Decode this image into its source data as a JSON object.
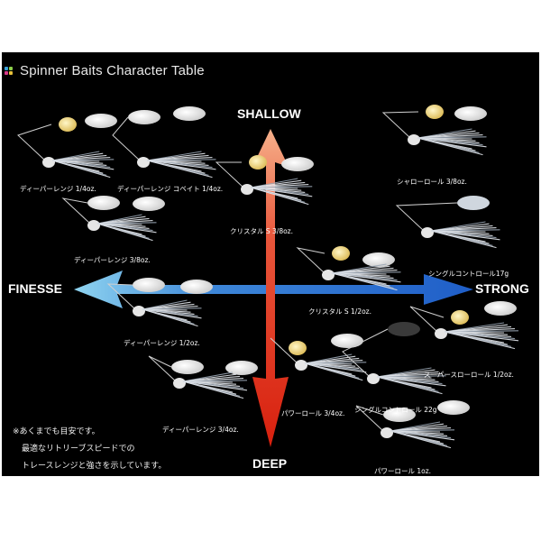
{
  "title": "Spinner Baits Character Table",
  "axes": {
    "top": "SHALLOW",
    "bottom": "DEEP",
    "left": "FINESSE",
    "right": "STRONG"
  },
  "lures": [
    {
      "id": "deeper-range-1-4",
      "label": "ディーパーレンジ 1/4oz."
    },
    {
      "id": "deeper-range-covert-1-4",
      "label": "ディーパーレンジ コベイト 1/4oz."
    },
    {
      "id": "shallow-roll-3-8",
      "label": "シャローロール 3/8oz."
    },
    {
      "id": "crystal-s-3-8",
      "label": "クリスタル S 3/8oz."
    },
    {
      "id": "deeper-range-3-8",
      "label": "ディーパーレンジ 3/8oz."
    },
    {
      "id": "single-control-17g",
      "label": "シングルコントロール17g"
    },
    {
      "id": "crystal-s-1-2",
      "label": "クリスタル S 1/2oz."
    },
    {
      "id": "deeper-range-1-2",
      "label": "ディーパーレンジ 1/2oz."
    },
    {
      "id": "super-slow-roll-1-2",
      "label": "スーパースローロール 1/2oz."
    },
    {
      "id": "power-roll-3-4",
      "label": "パワーロール 3/4oz."
    },
    {
      "id": "single-control-22g",
      "label": "シングルコントロール 22g"
    },
    {
      "id": "deeper-range-3-4",
      "label": "ディーパーレンジ 3/4oz."
    },
    {
      "id": "power-roll-1",
      "label": "パワーロール 1oz."
    }
  ],
  "note": [
    "※あくまでも目安です。",
    "最適なリトリーブスピードでの",
    "トレースレンジと強さを示しています。"
  ],
  "colors": {
    "background": "#000000",
    "horizontal_arrow": "#2f6fd6",
    "finesse_arrow": "#6ec3e8",
    "vertical_arrow": "#e0321c",
    "shallow_arrow": "#f0a07a"
  }
}
